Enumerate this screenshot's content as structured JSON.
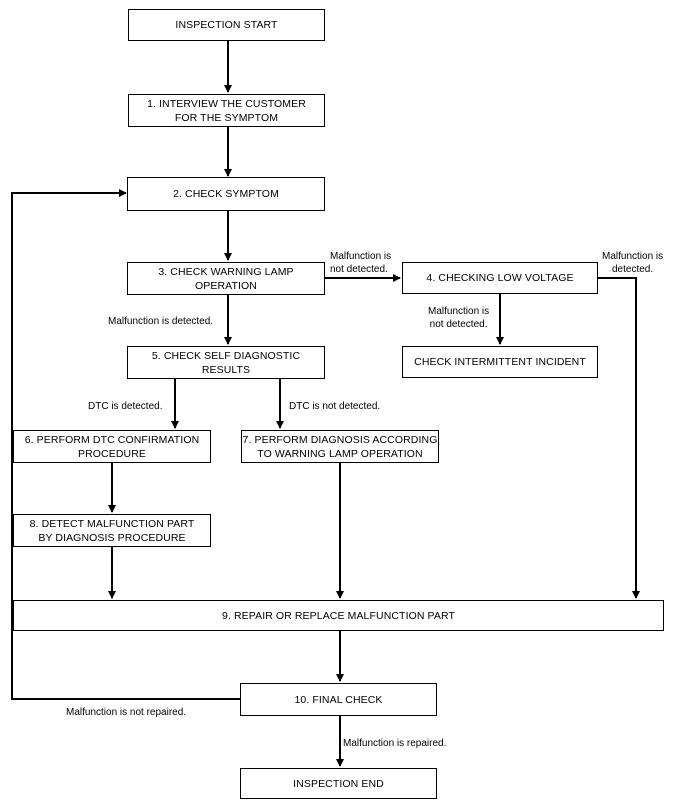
{
  "boxes": {
    "start": [
      "INSPECTION START"
    ],
    "s1": [
      "1. INTERVIEW THE CUSTOMER",
      "FOR THE SYMPTOM"
    ],
    "s2": [
      "2. CHECK SYMPTOM"
    ],
    "s3": [
      "3. CHECK WARNING LAMP",
      "OPERATION"
    ],
    "s4": [
      "4. CHECKING LOW VOLTAGE"
    ],
    "intermittent": [
      "CHECK INTERMITTENT INCIDENT"
    ],
    "s5": [
      "5. CHECK SELF DIAGNOSTIC",
      "RESULTS"
    ],
    "s6": [
      "6. PERFORM DTC CONFIRMATION",
      "PROCEDURE"
    ],
    "s7": [
      "7. PERFORM DIAGNOSIS ACCORDING",
      "TO WARNING LAMP OPERATION"
    ],
    "s8": [
      "8. DETECT MALFUNCTION PART",
      "BY DIAGNOSIS PROCEDURE"
    ],
    "s9": [
      "9. REPAIR OR REPLACE MALFUNCTION PART"
    ],
    "s10": [
      "10. FINAL CHECK"
    ],
    "end": [
      "INSPECTION END"
    ]
  },
  "labels": {
    "s3_to_s4": [
      "Malfunction is",
      "not detected."
    ],
    "s4_detected": [
      "Malfunction is",
      "detected."
    ],
    "s4_not_detected": [
      "Malfunction is",
      "not detected."
    ],
    "s3_detected": [
      "Malfunction is detected."
    ],
    "dtc_detected": [
      "DTC is detected."
    ],
    "dtc_not_detected": [
      "DTC is not detected."
    ],
    "not_repaired": [
      "Malfunction is not repaired."
    ],
    "repaired": [
      "Malfunction is repaired."
    ]
  }
}
